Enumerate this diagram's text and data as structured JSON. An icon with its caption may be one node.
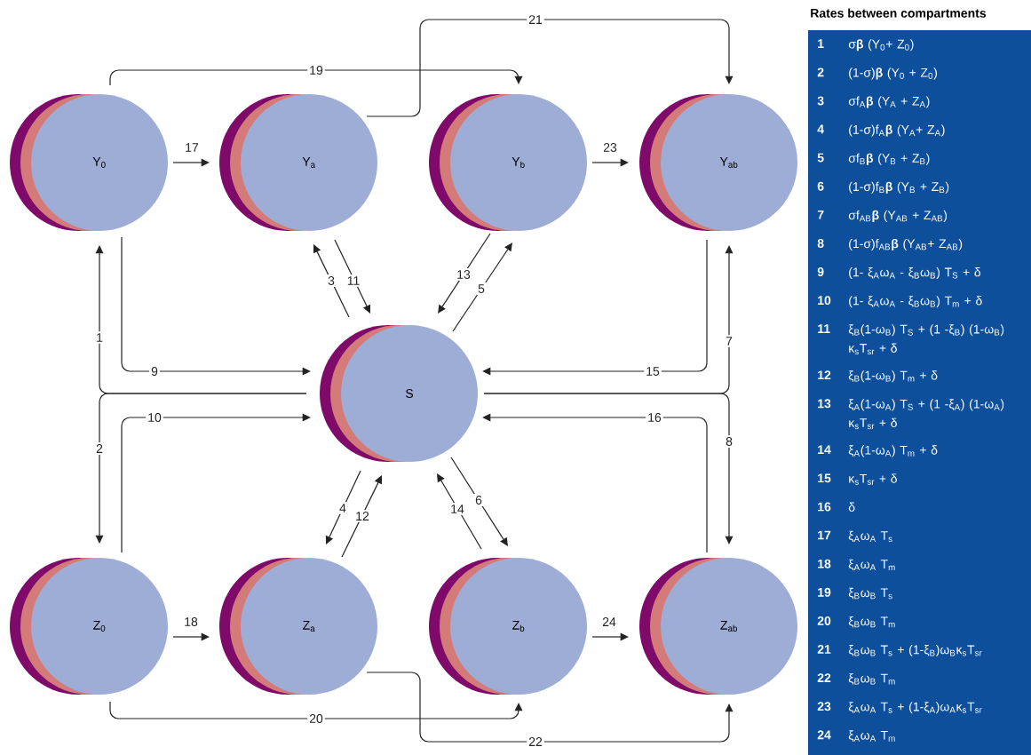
{
  "diagram": {
    "nodes": [
      {
        "text": [
          "Y$_{0}$"
        ]
      },
      {
        "text": [
          "Y$_{a}$"
        ]
      },
      {
        "text": [
          "Y$_{b}$"
        ]
      },
      {
        "text": [
          "Y$_{ab}$"
        ]
      },
      {
        "text": [
          "S"
        ]
      },
      {
        "text": [
          "Z$_{0}$"
        ]
      },
      {
        "text": [
          "Z$_{a}$"
        ]
      },
      {
        "text": [
          "Z$_{b}$"
        ]
      },
      {
        "text": [
          "Z$_{ab}$"
        ]
      }
    ],
    "edges": [
      {
        "from": 4,
        "to": 0,
        "arrow": "to",
        "label": "1"
      },
      {
        "from": 4,
        "to": 5,
        "arrow": "to",
        "label": "2"
      },
      {
        "from": 4,
        "to": 1,
        "arrow": "to",
        "label": "3"
      },
      {
        "from": 4,
        "to": 6,
        "arrow": "to",
        "label": "4"
      },
      {
        "from": 4,
        "to": 2,
        "arrow": "to",
        "label": "5"
      },
      {
        "from": 4,
        "to": 7,
        "arrow": "to",
        "label": "6"
      },
      {
        "from": 4,
        "to": 3,
        "arrow": "to",
        "label": "7"
      },
      {
        "from": 4,
        "to": 8,
        "arrow": "to",
        "label": "8"
      },
      {
        "from": 0,
        "to": 4,
        "arrow": "to",
        "label": "9"
      },
      {
        "from": 5,
        "to": 4,
        "arrow": "to",
        "label": "10"
      },
      {
        "from": 1,
        "to": 4,
        "arrow": "to",
        "label": "11"
      },
      {
        "from": 6,
        "to": 4,
        "arrow": "to",
        "label": "12"
      },
      {
        "from": 2,
        "to": 4,
        "arrow": "to",
        "label": "13"
      },
      {
        "from": 7,
        "to": 4,
        "arrow": "to",
        "label": "14"
      },
      {
        "from": 3,
        "to": 4,
        "arrow": "to",
        "label": "15"
      },
      {
        "from": 8,
        "to": 4,
        "arrow": "to",
        "label": "16"
      },
      {
        "from": 0,
        "to": 1,
        "arrow": "to",
        "label": "17"
      },
      {
        "from": 5,
        "to": 6,
        "arrow": "to",
        "label": "18"
      },
      {
        "from": 0,
        "to": 2,
        "arrow": "to",
        "label": "19"
      },
      {
        "from": 5,
        "to": 7,
        "arrow": "to",
        "label": "20"
      },
      {
        "from": 1,
        "to": 3,
        "arrow": "to",
        "label": "21"
      },
      {
        "from": 6,
        "to": 8,
        "arrow": "to",
        "label": "22"
      },
      {
        "from": 2,
        "to": 3,
        "arrow": "to",
        "label": "23"
      },
      {
        "from": 7,
        "to": 8,
        "arrow": "to",
        "label": "24"
      }
    ],
    "labels": [
      "Rates between compartments",
      "1",
      "σ**β** (Y$_{0}$+ Z$_{0}$)",
      "2",
      "(1-σ)**β** (Y$_{0}$ + Z$_{0}$)",
      "3",
      "σf$_{A}$**β** (Y$_{A}$ + Z$_{A}$)",
      "4",
      "(1-σ)f$_{A}$**β** (Y$_{A}$+ Z$_{A}$)",
      "5",
      "σf$_{B}$**β** (Y$_{B}$ + Z$_{B}$)",
      "6",
      "(1-σ)f$_{B}$**β** (Y$_{B}$ + Z$_{B}$)",
      "7",
      "σf$_{AB}$**β** (Y$_{AB}$ + Z$_{AB}$)",
      "8",
      "(1-σ)f$_{AB}$**β** (Y$_{AB}$+ Z$_{AB}$)",
      "9",
      "(1- ξ$_{A}$ω$_{A}$ - ξ$_{B}$ω$_{B}$) T$_{S}$ + δ",
      "10",
      "(1- ξ$_{A}$ω$_{A}$ - ξ$_{B}$ω$_{B}$) T$_{m}$ + δ",
      "11",
      "ξ$_{B}$(1-ω$_{B}$) T$_{S}$ + (1 -ξ$_{B}$) (1-ω$_{B}$) κ$_{s}$T$_{sr}$ + δ",
      "12",
      "ξ$_{B}$(1-ω$_{B}$) T$_{m}$ + δ",
      "13",
      "ξ$_{A}$(1-ω$_{A}$) T$_{S}$ + (1 -ξ$_{A}$) (1-ω$_{A}$) κ$_{s}$T$_{sr}$ + δ",
      "14",
      "ξ$_{A}$(1-ω$_{A}$) T$_{m}$ + δ",
      "15",
      "κ$_{s}$T$_{sr}$ + δ",
      "16",
      "δ",
      "17",
      "ξ$_{A}$ω$_{A}$ T$_{s}$",
      "18",
      "ξ$_{A}$ω$_{A}$ T$_{m}$",
      "19",
      "ξ$_{B}$ω$_{B}$ T$_{s}$",
      "20",
      "ξ$_{B}$ω$_{B}$ T$_{m}$",
      "21",
      "ξ$_{B}$ω$_{B}$ T$_{s}$ + (1-ξ$_{B}$)ω$_{B}$κ$_{s}$T$_{sr}$",
      "22",
      "ξ$_{B}$ω$_{B}$ T$_{m}$",
      "23",
      "ξ$_{A}$ω$_{A}$ T$_{s}$ + (1-ξ$_{A}$)ω$_{A}$κ$_{s}$T$_{sr}$",
      "24",
      "ξ$_{A}$ω$_{A}$ T$_{m}$"
    ]
  }
}
